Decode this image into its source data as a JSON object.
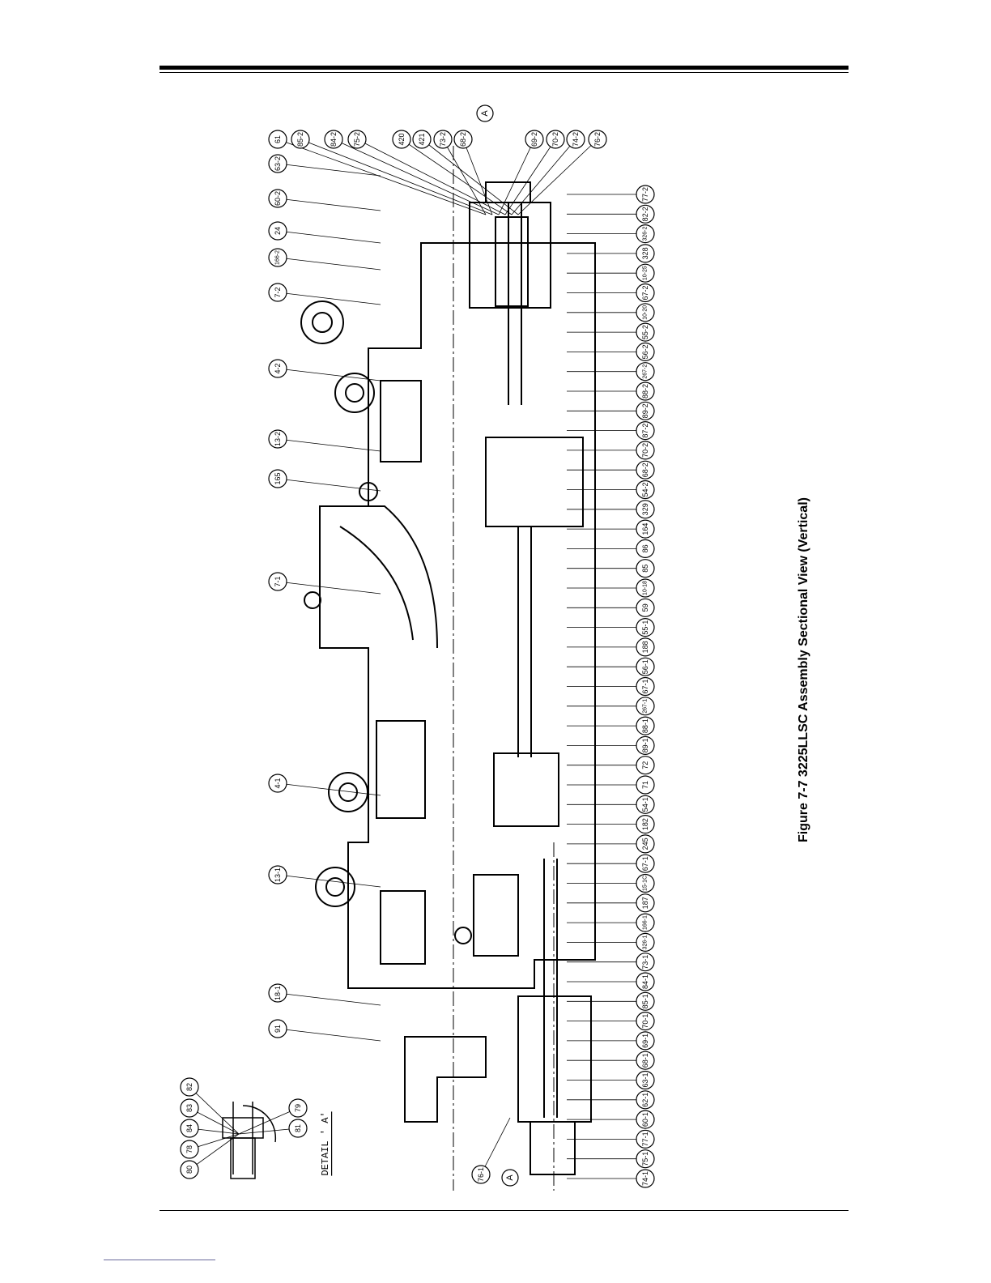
{
  "caption": "Figure 7-7 3225LLSC Assembly Sectional View (Vertical)",
  "detail_label": "DETAIL ' A'",
  "section_marks": [
    "A",
    "A"
  ],
  "callouts_left": [
    "91",
    "18-1",
    "13-1",
    "4-1",
    "7-1",
    "165",
    "13-2",
    "4-2",
    "7-2",
    "166-2",
    "24",
    "60-2",
    "63-2"
  ],
  "callouts_top": [
    "61",
    "85-2",
    "84-2",
    "75-2",
    "420",
    "421",
    "73-2",
    "68-2",
    "69-2",
    "70-2",
    "74-2",
    "76-2"
  ],
  "callouts_right": [
    "77-2",
    "82-2",
    "326-2",
    "328",
    "10-25",
    "67-2",
    "10-20",
    "55-2",
    "56-2",
    "267-2",
    "88-2",
    "89-2",
    "87-2",
    "70-2",
    "68-2",
    "54-2",
    "329",
    "164",
    "86",
    "85",
    "10-18",
    "59",
    "55-1",
    "188",
    "56-1",
    "67-1",
    "267-1",
    "88-1",
    "89-1",
    "72",
    "71",
    "54-1",
    "182",
    "245",
    "67-1",
    "15-1C",
    "187",
    "166-1",
    "326-1",
    "73-1",
    "84-1",
    "85-1",
    "70-1",
    "69-1",
    "68-1",
    "63-1",
    "62-1",
    "60-1",
    "77-1",
    "75-1",
    "74-1"
  ],
  "callouts_bottom_left": [
    "76-1"
  ],
  "callouts_detail": [
    "82",
    "83",
    "84",
    "78",
    "80",
    "79",
    "81"
  ]
}
